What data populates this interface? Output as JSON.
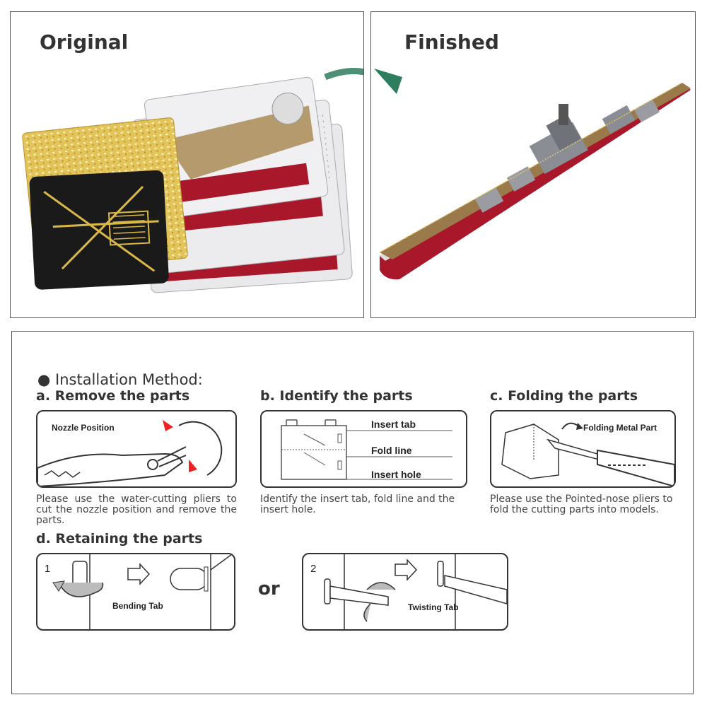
{
  "top": {
    "original_title": "Original",
    "finished_title": "Finished"
  },
  "install": {
    "title": "Installation Method:",
    "a": {
      "heading": "a. Remove the parts",
      "label": "Nozzle Position",
      "desc": "Please use the water-cutting pliers to cut the nozzle position and remove the parts."
    },
    "b": {
      "heading": "b. Identify the parts",
      "insert_tab": "Insert tab",
      "fold_line": "Fold line",
      "insert_hole": "Insert hole",
      "desc": "Identify the insert tab, fold line and the insert hole."
    },
    "c": {
      "heading": "c. Folding the parts",
      "label": "Folding Metal Part",
      "desc": "Please use the Pointed-nose pliers to fold the cutting parts into models."
    },
    "d": {
      "heading": "d. Retaining the parts",
      "step1_num": "1",
      "step1_label": "Bending Tab",
      "or": "or",
      "step2_num": "2",
      "step2_label": "Twisting Tab"
    }
  },
  "colors": {
    "brass": "#d9b84a",
    "hull_red": "#a8172a",
    "deck_wood": "#9a7a4a",
    "arrow_green": "#2e7d5e",
    "black_sheet": "#1a1a1a"
  }
}
